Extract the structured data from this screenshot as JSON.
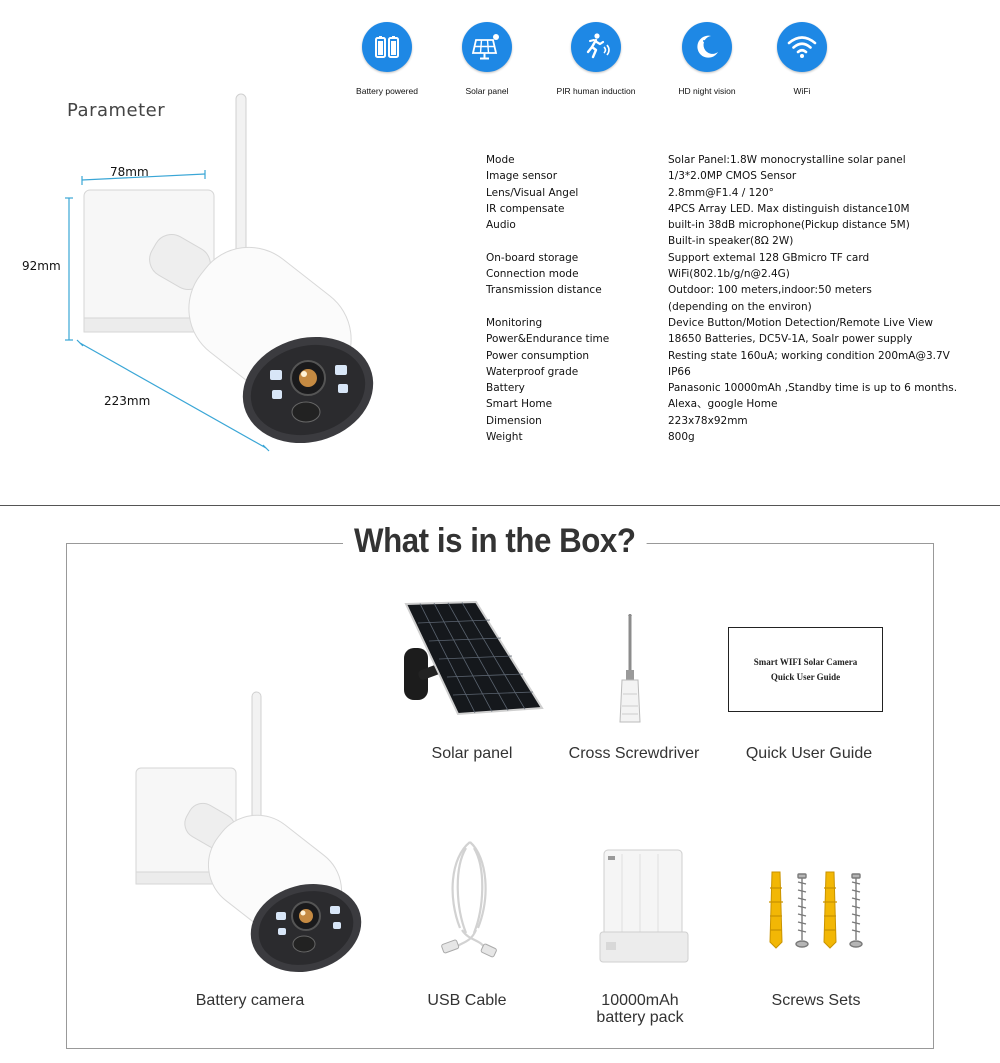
{
  "features": [
    {
      "label": "Battery powered",
      "icon": "battery-icon"
    },
    {
      "label": "Solar panel",
      "icon": "solar-panel-icon"
    },
    {
      "label": "PIR human induction",
      "icon": "running-person-icon"
    },
    {
      "label": "HD night vision",
      "icon": "moon-stars-icon"
    },
    {
      "label": "WiFi",
      "icon": "wifi-icon"
    }
  ],
  "parameter": {
    "title": "Parameter",
    "dimensions": {
      "width": "78mm",
      "height": "92mm",
      "length": "223mm"
    },
    "specs": [
      {
        "key": "Mode",
        "value": "Solar Panel:1.8W monocrystalline solar panel"
      },
      {
        "key": "Image sensor",
        "value": "1/3*2.0MP CMOS Sensor"
      },
      {
        "key": "Lens/Visual Angel",
        "value": "2.8mm@F1.4 / 120°"
      },
      {
        "key": "IR compensate",
        "value": "4PCS Array LED. Max distinguish distance10M"
      },
      {
        "key": "Audio",
        "value": "built-in 38dB microphone(Pickup distance 5M)"
      },
      {
        "key": "",
        "value": "Built-in speaker(8Ω 2W)"
      },
      {
        "key": "On-board storage",
        "value": "Support extemal 128 GBmicro TF card"
      },
      {
        "key": "Connection mode",
        "value": "WiFi(802.1b/g/n@2.4G)"
      },
      {
        "key": "Transmission distance",
        "value": "Outdoor: 100 meters,indoor:50 meters"
      },
      {
        "key": "",
        "value": "(depending on the environ)"
      },
      {
        "key": "Monitoring",
        "value": "Device Button/Motion Detection/Remote Live View"
      },
      {
        "key": "Power&Endurance time",
        "value": "18650 Batteries, DC5V-1A, Soalr power supply"
      },
      {
        "key": "Power consumption",
        "value": "Resting state 160uA; working condition 200mA@3.7V"
      },
      {
        "key": "Waterproof grade",
        "value": "IP66"
      },
      {
        "key": "Battery",
        "value": "Panasonic 10000mAh ,Standby time is up to 6 months."
      },
      {
        "key": "Smart Home",
        "value": "Alexa、google Home"
      },
      {
        "key": "Dimension",
        "value": "223x78x92mm"
      },
      {
        "key": "Weight",
        "value": "800g"
      }
    ]
  },
  "box": {
    "title": "What is in the Box?",
    "items": {
      "solar_panel": "Solar panel",
      "screwdriver": "Cross Screwdriver",
      "guide": "Quick User Guide",
      "camera": "Battery camera",
      "usb": "USB Cable",
      "battery_line1": "10000mAh",
      "battery_line2": "battery pack",
      "screws": "Screws Sets"
    },
    "guide_card": {
      "line1": "Smart WIFI Solar Camera",
      "line2": "Quick User Guide"
    }
  },
  "colors": {
    "icon_blue": "#1e88e5",
    "dimension_line": "#3aa6d6",
    "title_gray": "#333333"
  }
}
